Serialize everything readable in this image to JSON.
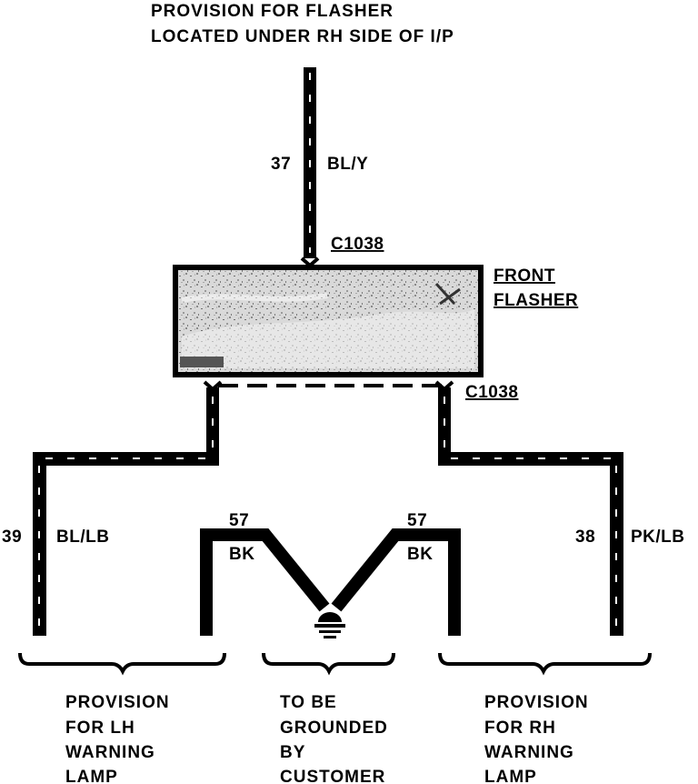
{
  "header": {
    "line1": "PROVISION FOR FLASHER",
    "line2": "LOCATED UNDER RH SIDE OF I/P"
  },
  "flasher": {
    "name_line1": "FRONT",
    "name_line2": "FLASHER",
    "connector_top": "C1038",
    "connector_bottom": "C1038"
  },
  "wires": {
    "feed": {
      "circuit": "37",
      "color": "BL/Y"
    },
    "left": {
      "circuit": "39",
      "color": "BL/LB"
    },
    "right": {
      "circuit": "38",
      "color": "PK/LB"
    },
    "ground_left": {
      "circuit": "57",
      "color": "BK"
    },
    "ground_right": {
      "circuit": "57",
      "color": "BK"
    }
  },
  "provisions": {
    "left": {
      "line1": "PROVISION",
      "line2": "FOR LH",
      "line3": "WARNING",
      "line4": "LAMP"
    },
    "center": {
      "line1": "TO BE",
      "line2": "GROUNDED",
      "line3": "BY",
      "line4": "CUSTOMER"
    },
    "right": {
      "line1": "PROVISION",
      "line2": "FOR RH",
      "line3": "WARNING",
      "line4": "LAMP"
    }
  },
  "icons": {
    "ground": "ground-symbol-icon"
  }
}
